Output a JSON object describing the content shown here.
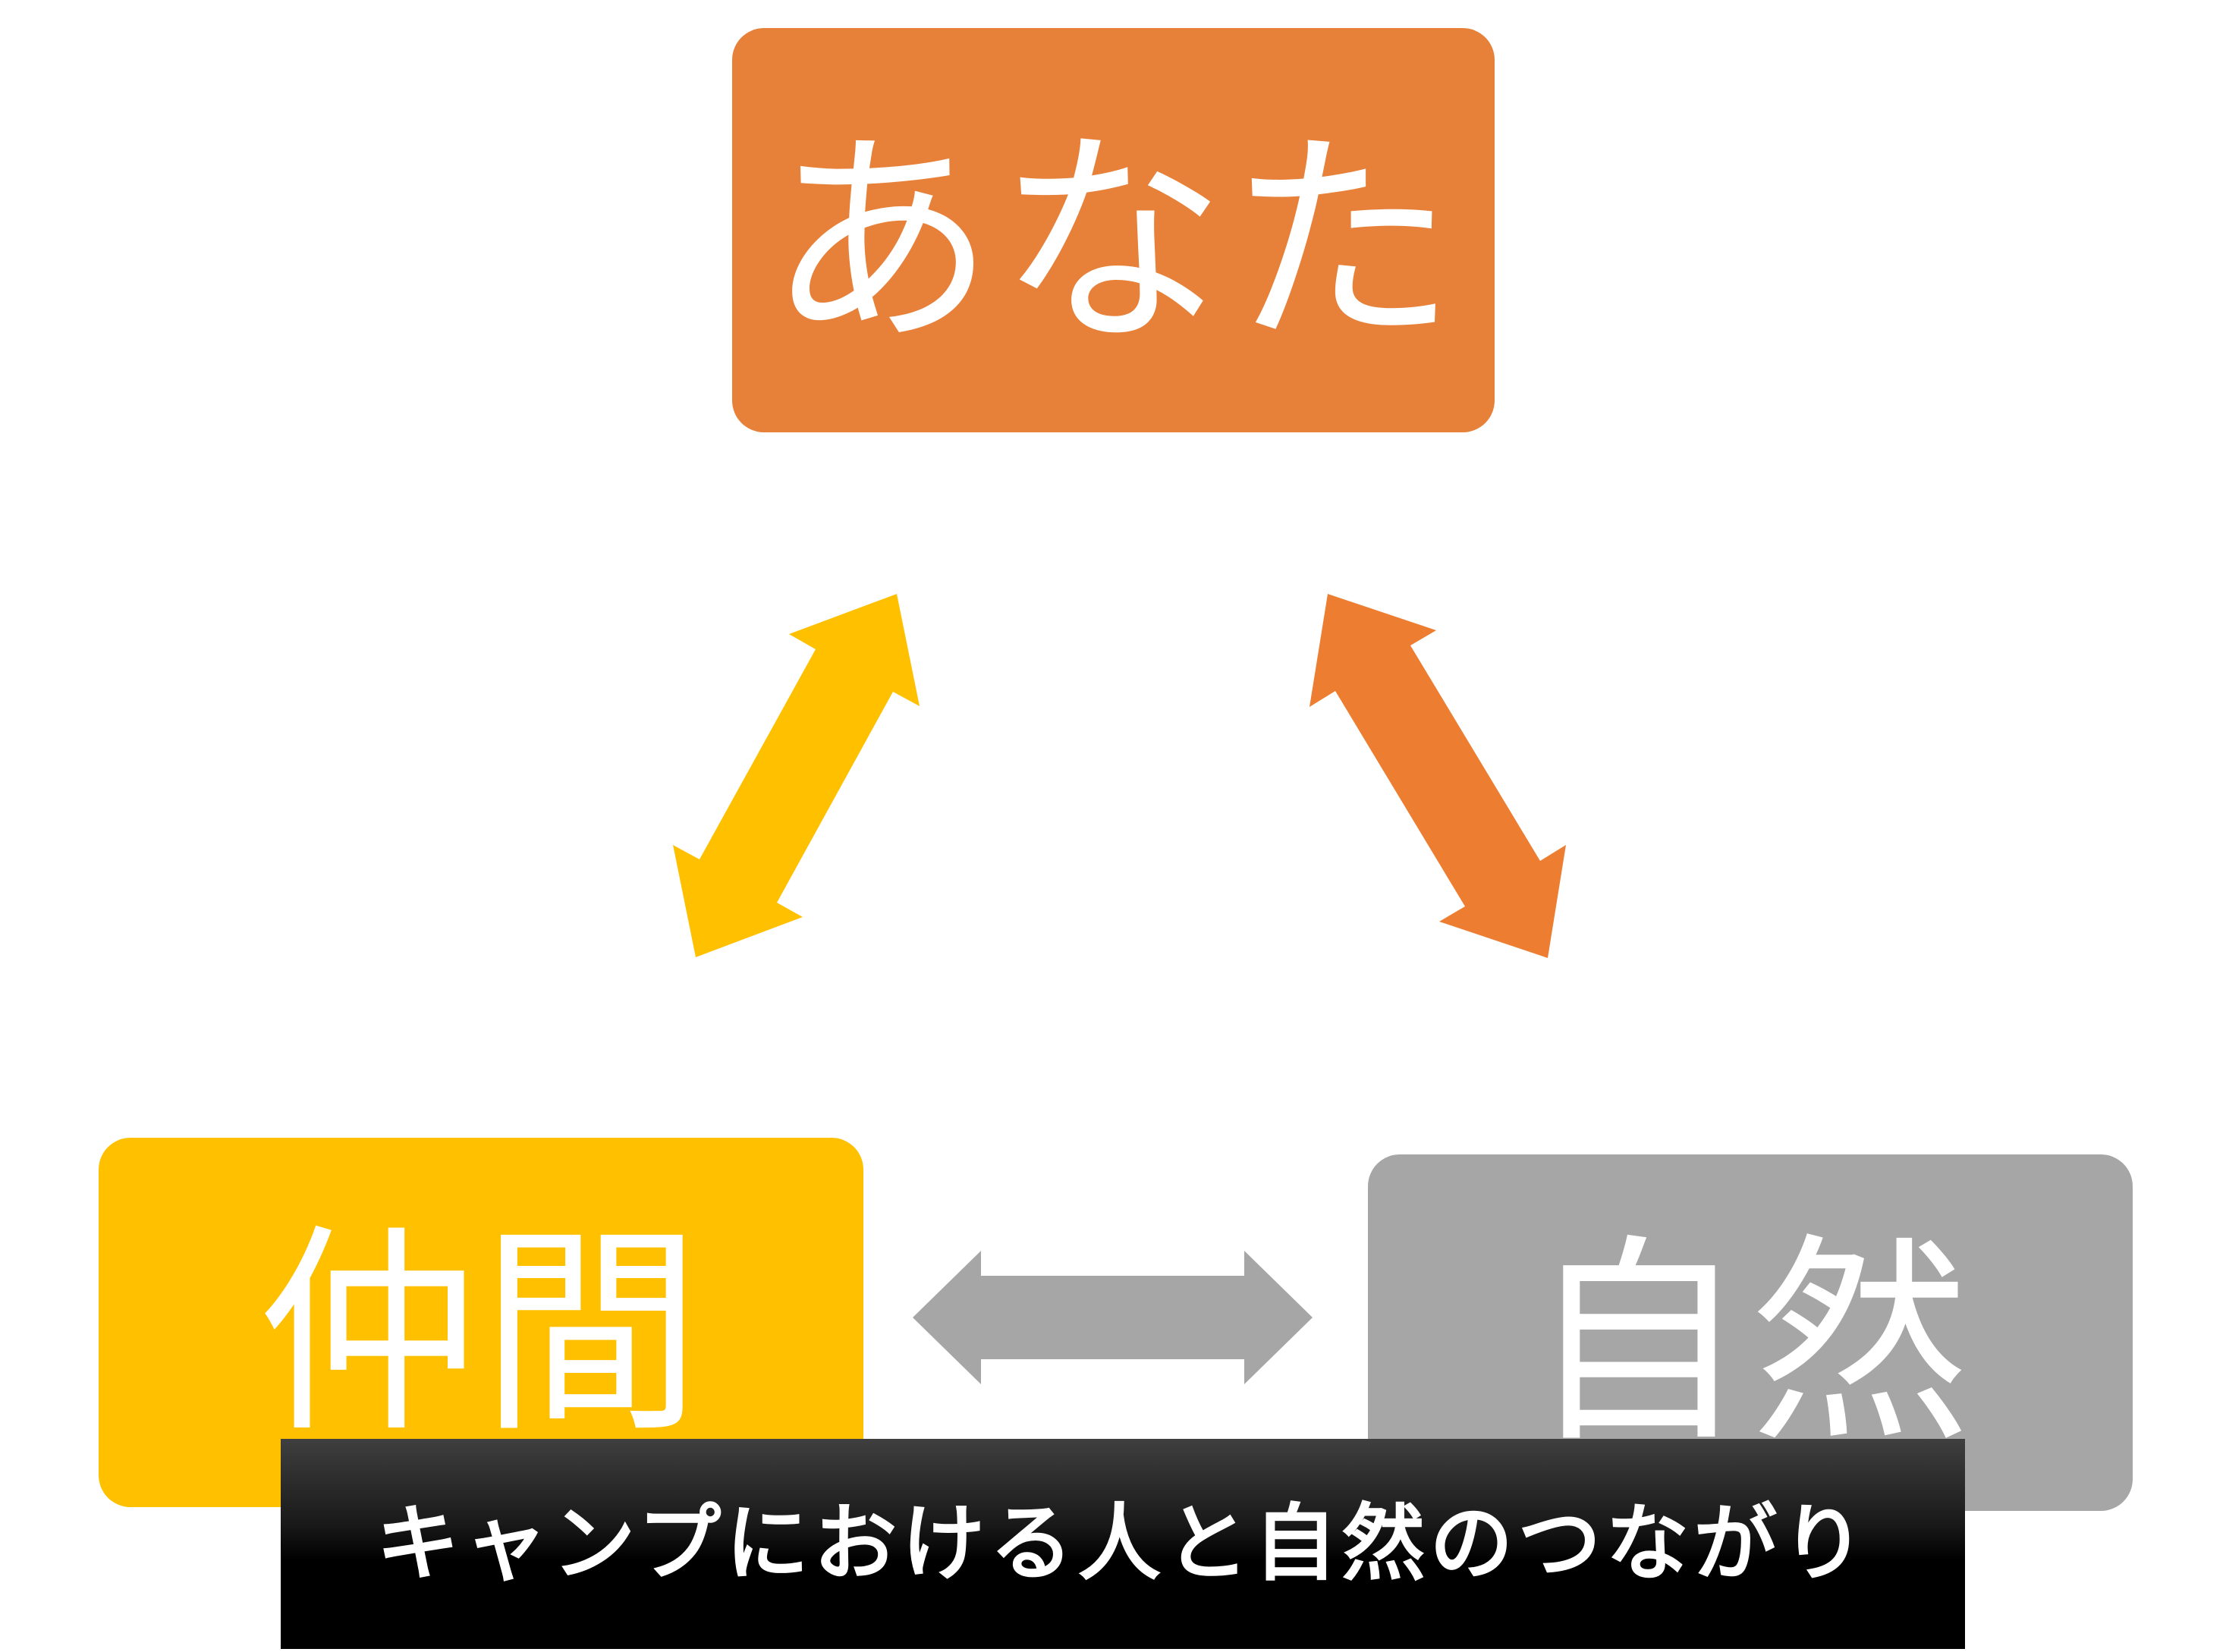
{
  "diagram": {
    "nodes": [
      {
        "id": "you",
        "label": "あなた",
        "color": "#E7813A",
        "position": "top-center"
      },
      {
        "id": "friends",
        "label": "仲間",
        "color": "#FFC000",
        "position": "bottom-left"
      },
      {
        "id": "nature",
        "label": "自然",
        "color": "#A6A6A6",
        "position": "bottom-right"
      }
    ],
    "connections": [
      {
        "from": "you",
        "to": "friends",
        "type": "double-headed-arrow",
        "color": "#FFC000"
      },
      {
        "from": "you",
        "to": "nature",
        "type": "double-headed-arrow",
        "color": "#ED7D31"
      },
      {
        "from": "friends",
        "to": "nature",
        "type": "double-headed-arrow",
        "color": "#A6A6A6"
      }
    ],
    "caption": "キャンプにおける人と自然のつながり"
  },
  "palette": {
    "background": "#FFFFFF",
    "node_text": "#FFFFFF",
    "node_orange": "#E7813A",
    "node_yellow": "#FFC000",
    "node_gray": "#A6A6A6",
    "arrow_yellow": "#FFC000",
    "arrow_orange": "#ED7D31",
    "arrow_gray": "#A6A6A6",
    "banner_top": "#3F3F3F",
    "banner_bottom": "#000000",
    "banner_text": "#FFFFFF"
  }
}
